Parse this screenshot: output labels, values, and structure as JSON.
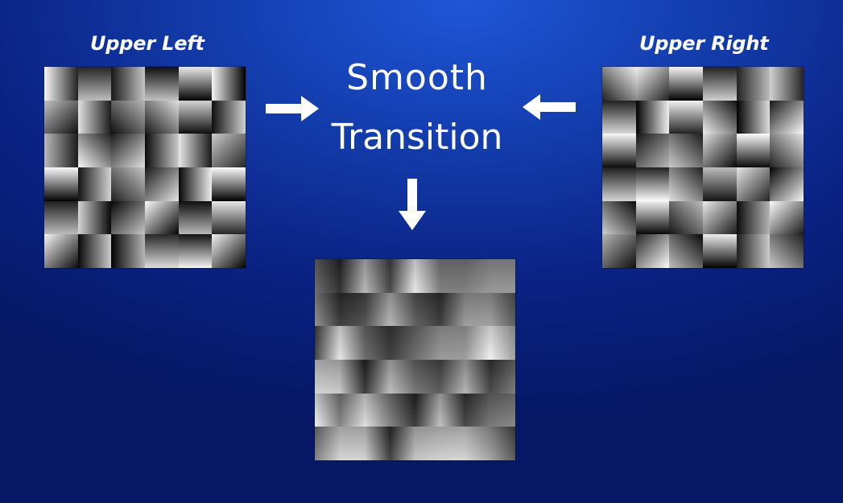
{
  "labels": {
    "upper_left": "Upper Left",
    "upper_right": "Upper Right"
  },
  "title": {
    "line1": "Smooth",
    "line2": "Transition"
  },
  "colors": {
    "background_top": "#1f56d8",
    "background_bottom": "#061866",
    "text": "#ffffff",
    "arrow": "#ffffff"
  },
  "icons": {
    "right_arrow": "arrow-right-icon",
    "left_arrow": "arrow-left-icon",
    "down_arrow": "arrow-down-icon"
  }
}
